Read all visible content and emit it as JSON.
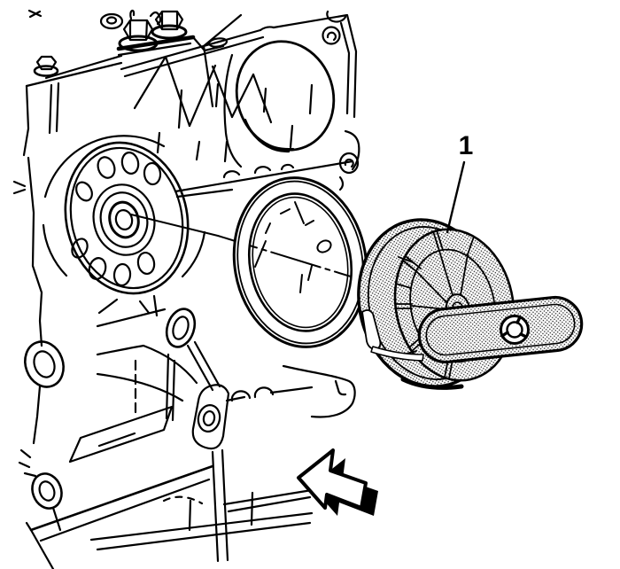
{
  "figure": {
    "type": "technical-line-illustration",
    "background_color": "#ffffff",
    "line_color": "#000000",
    "callouts": [
      {
        "label": "1",
        "points_to": "seal-installer-tool"
      }
    ],
    "parts": [
      {
        "name": "engine-block",
        "description": "engine cylinder block, rear face line drawing"
      },
      {
        "name": "crankshaft-flange",
        "description": "crankshaft rear flange with bolt holes"
      },
      {
        "name": "rear-main-seal",
        "description": "crankshaft rear oil seal ring"
      },
      {
        "name": "seal-installer-tool",
        "description": "stippled seal installer tool with bar handle"
      }
    ],
    "direction_arrow": {
      "direction": "left",
      "style": "3d-block-outline"
    }
  }
}
